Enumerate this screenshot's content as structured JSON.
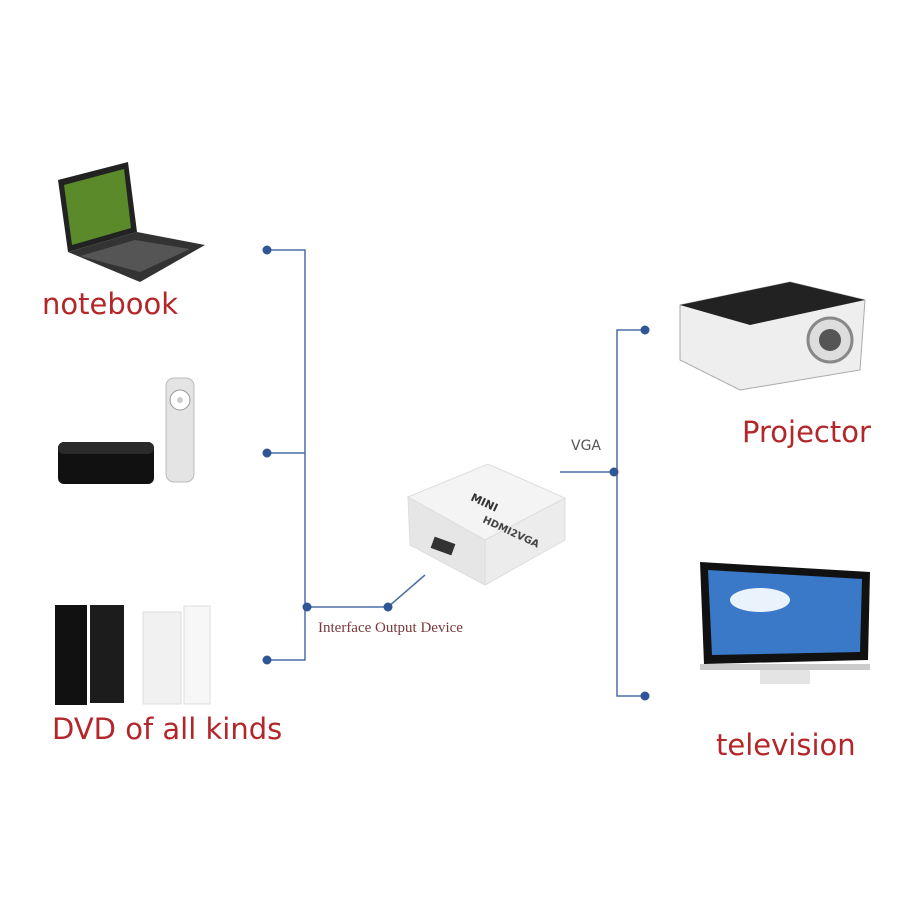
{
  "labels": {
    "notebook": "notebook",
    "dvd": "DVD of all kinds",
    "projector": "Projector",
    "television": "television",
    "vga": "VGA",
    "interface": "Interface Output Device"
  },
  "device": {
    "brand": "MINI",
    "model": "HDMI2VGA"
  },
  "colors": {
    "label": "#b3262a",
    "line": "#4a6fa5",
    "dot": "#2f5597"
  }
}
